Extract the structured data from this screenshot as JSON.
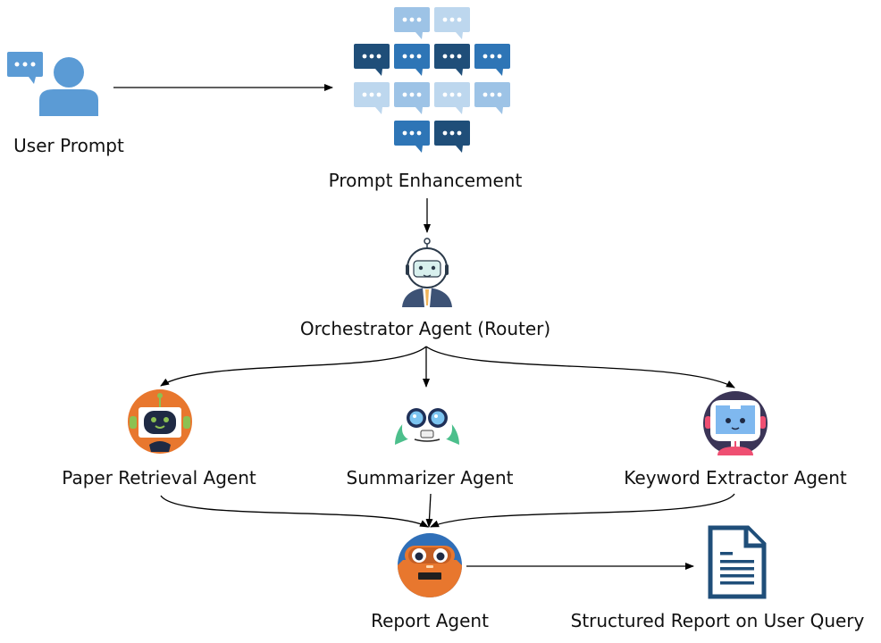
{
  "nodes": {
    "user_prompt": {
      "label": "User Prompt",
      "icon": "user-chat-icon"
    },
    "prompt_enhancement": {
      "label": "Prompt Enhancement",
      "icon": "chat-bubbles-icon"
    },
    "orchestrator": {
      "label": "Orchestrator Agent (Router)",
      "icon": "robot-suit-icon"
    },
    "paper_retrieval": {
      "label": "Paper Retrieval Agent",
      "icon": "orange-robot-icon"
    },
    "summarizer": {
      "label": "Summarizer Agent",
      "icon": "green-robot-icon"
    },
    "keyword_extractor": {
      "label": "Keyword Extractor Agent",
      "icon": "purple-robot-icon"
    },
    "report_agent": {
      "label": "Report Agent",
      "icon": "blue-orange-robot-icon"
    },
    "structured_report": {
      "label": "Structured Report on User Query",
      "icon": "document-icon"
    }
  },
  "edges": [
    {
      "from": "user_prompt",
      "to": "prompt_enhancement"
    },
    {
      "from": "prompt_enhancement",
      "to": "orchestrator"
    },
    {
      "from": "orchestrator",
      "to": "paper_retrieval"
    },
    {
      "from": "orchestrator",
      "to": "summarizer"
    },
    {
      "from": "orchestrator",
      "to": "keyword_extractor"
    },
    {
      "from": "paper_retrieval",
      "to": "report_agent"
    },
    {
      "from": "summarizer",
      "to": "report_agent"
    },
    {
      "from": "keyword_extractor",
      "to": "report_agent"
    },
    {
      "from": "report_agent",
      "to": "structured_report"
    }
  ],
  "colors": {
    "user_blue": "#5b9bd5",
    "bubble_dark": "#1f4e79",
    "bubble_mid": "#2e75b6",
    "bubble_light": "#9dc3e6",
    "bubble_pale": "#bdd7ee",
    "doc_blue": "#1f4e79"
  }
}
